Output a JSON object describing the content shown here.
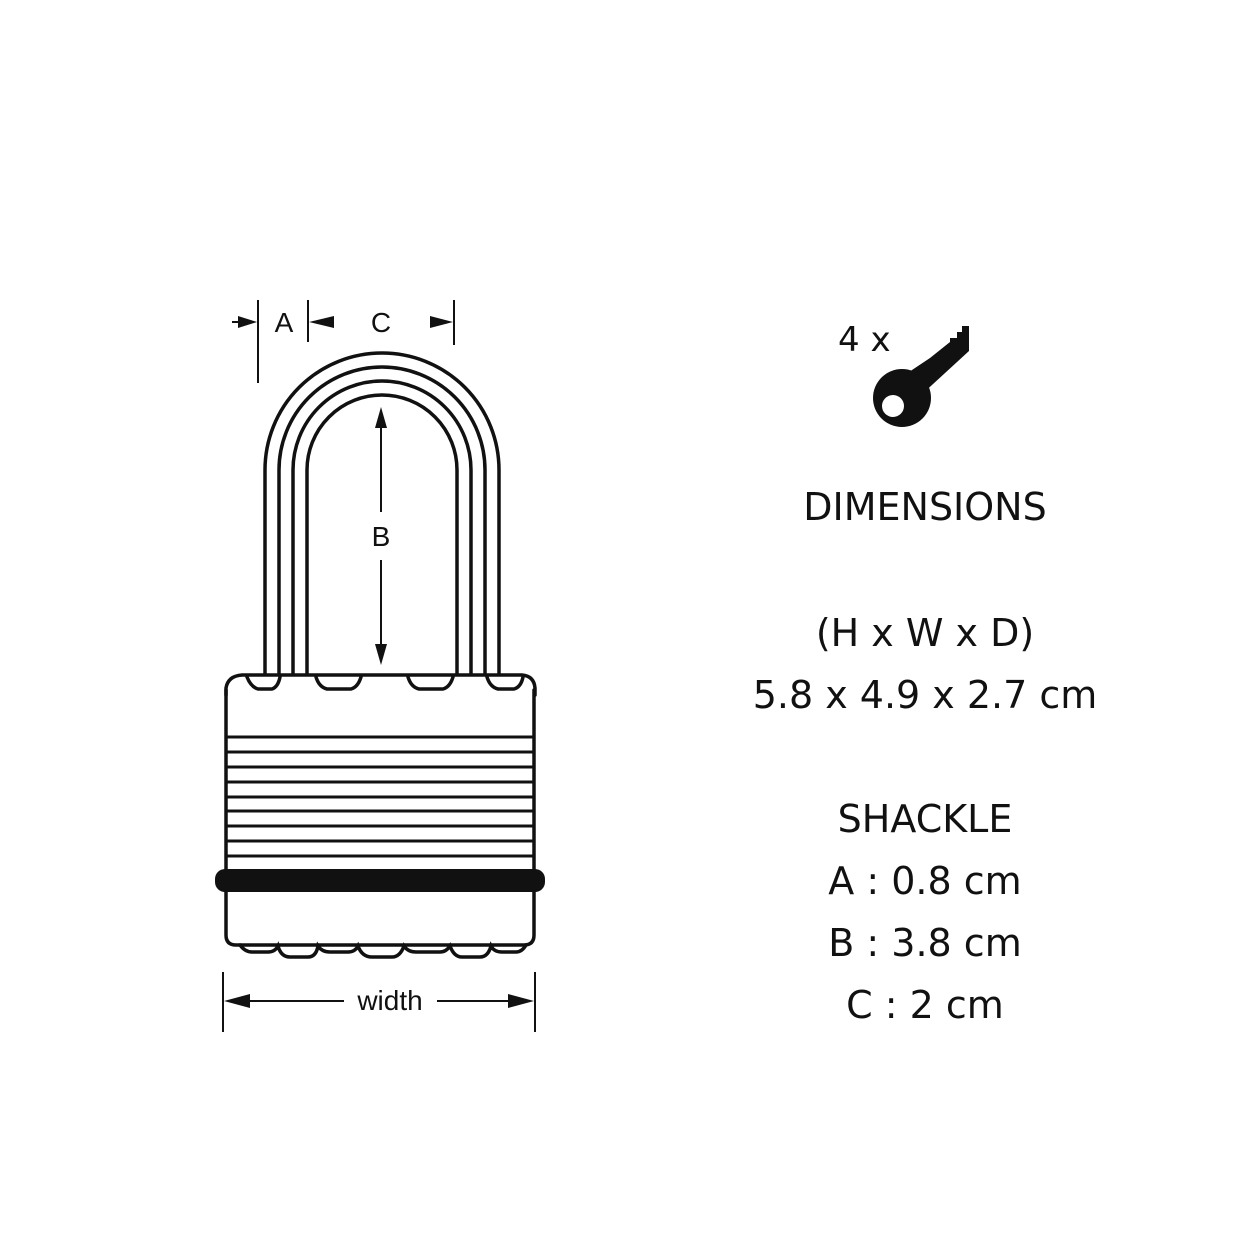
{
  "diagram": {
    "labels": {
      "a": "A",
      "b": "B",
      "c": "C",
      "width": "width"
    }
  },
  "keys": {
    "count_label": "4 x",
    "icon": "key-icon"
  },
  "dimensions": {
    "heading": "DIMENSIONS",
    "format": "(H x W x D)",
    "value": "5.8 x 4.9 x 2.7 cm"
  },
  "shackle": {
    "heading": "SHACKLE",
    "a": "A : 0.8 cm",
    "b": "B : 3.8 cm",
    "c": "C : 2 cm"
  },
  "colors": {
    "line": "#111111",
    "background": "#ffffff"
  }
}
